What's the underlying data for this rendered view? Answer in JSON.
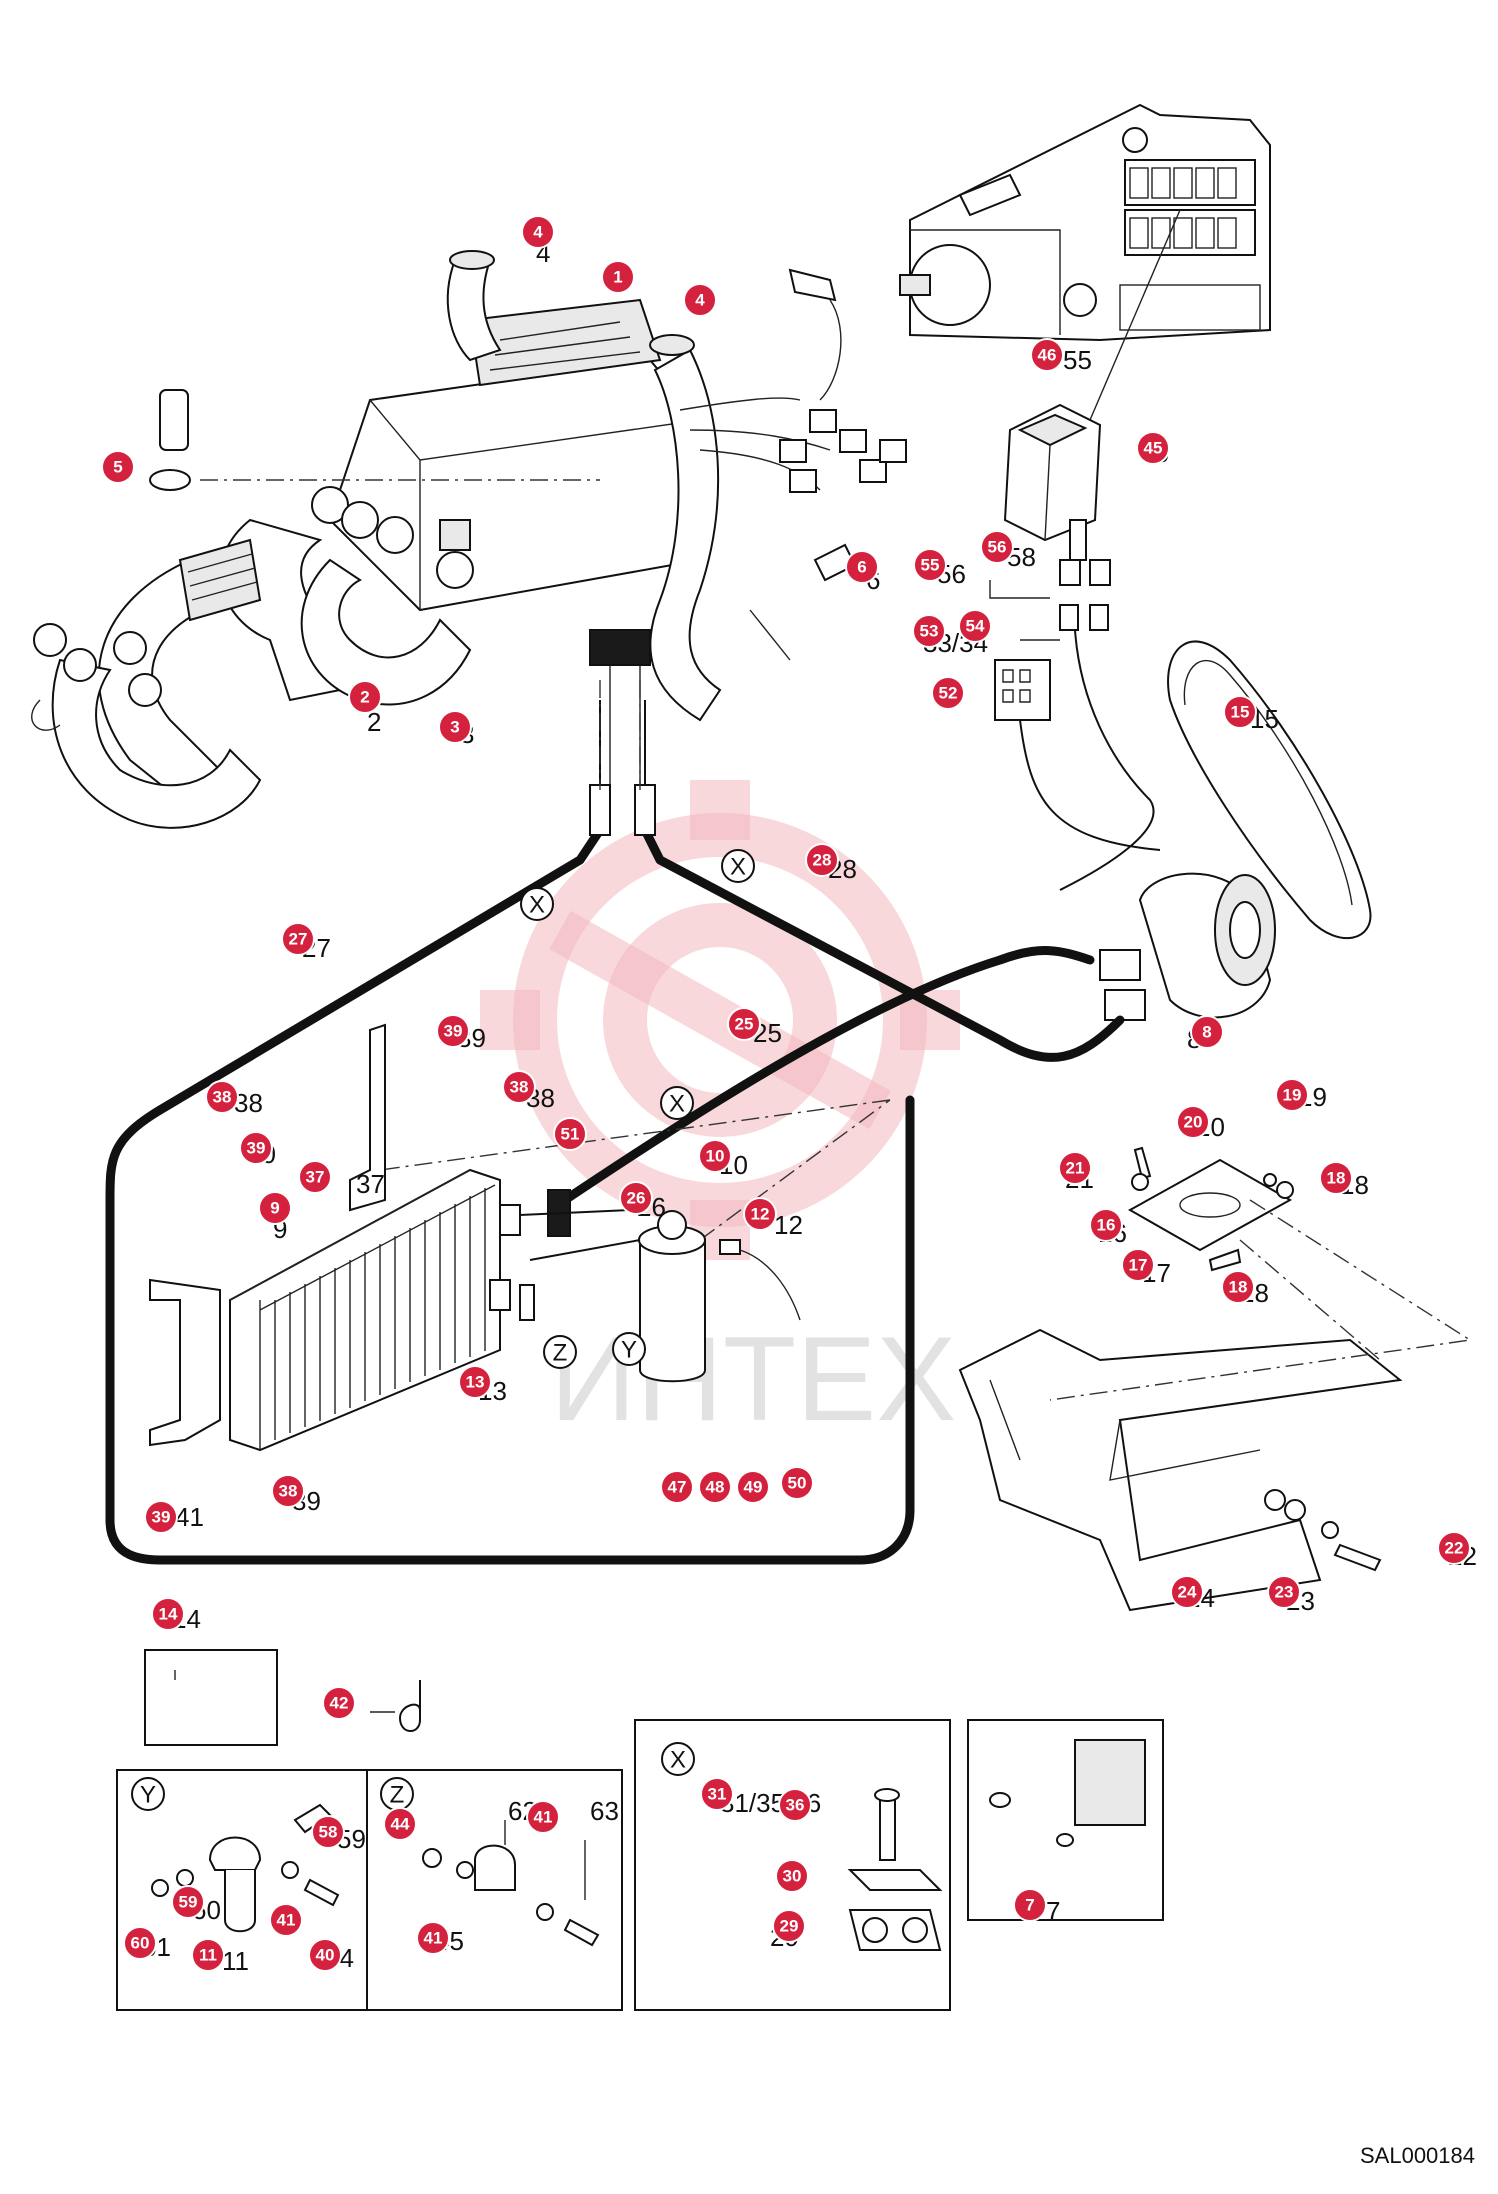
{
  "diagram_code": "SAL000184",
  "watermark_text": "ИНТЕХ",
  "marker_color": "#d4213d",
  "view_letters": [
    "X",
    "Y",
    "Z"
  ],
  "callouts": [
    "1",
    "2",
    "3",
    "4",
    "4",
    "5",
    "6",
    "7",
    "8",
    "9",
    "10",
    "11",
    "12",
    "13",
    "14",
    "15",
    "16",
    "17",
    "18",
    "18",
    "19",
    "20",
    "21",
    "22",
    "23",
    "24",
    "25",
    "26",
    "27",
    "28",
    "29",
    "30",
    "31",
    "36",
    "37",
    "38",
    "38",
    "38",
    "39",
    "39",
    "39",
    "40",
    "41",
    "41",
    "41",
    "42",
    "44",
    "45",
    "46",
    "47",
    "48",
    "49",
    "50",
    "51",
    "52",
    "53",
    "54",
    "55",
    "56",
    "58",
    "59",
    "60"
  ],
  "plain_labels": [
    "4",
    "2",
    "3",
    "6",
    "7",
    "8",
    "9",
    "10",
    "11",
    "12",
    "13",
    "14",
    "15",
    "16",
    "17",
    "18",
    "18",
    "19",
    "20",
    "21",
    "22",
    "23",
    "24",
    "25",
    "26",
    "27",
    "28",
    "29",
    "30",
    "31/35/36",
    "33/34",
    "37",
    "38",
    "38",
    "39",
    "39",
    "40",
    "41",
    "44",
    "45",
    "46",
    "55",
    "56",
    "58",
    "59",
    "60",
    "61",
    "62",
    "63"
  ]
}
